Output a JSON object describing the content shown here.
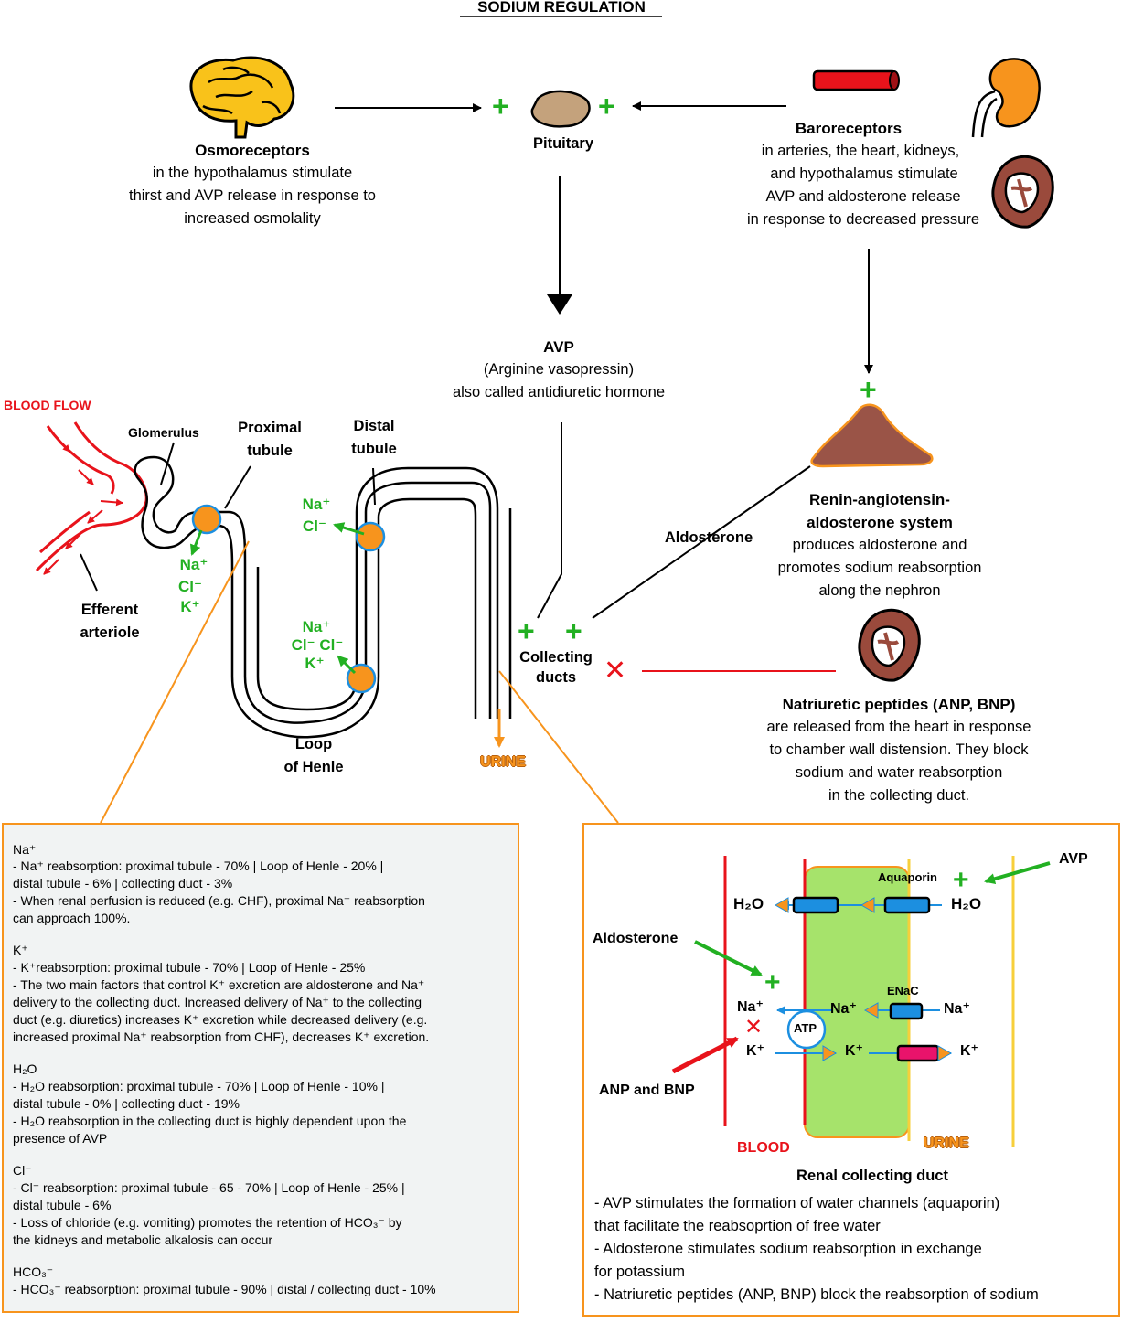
{
  "title": "SODIUM REGULATION",
  "osmoreceptors": {
    "heading": "Osmoreceptors",
    "lines": [
      "in the hypothalamus stimulate",
      "thirst and AVP release in response to",
      "increased osmolality"
    ]
  },
  "pituitary": {
    "label": "Pituitary"
  },
  "baroreceptors": {
    "heading": "Baroreceptors",
    "lines": [
      "in arteries, the heart, kidneys,",
      "and hypothalamus stimulate",
      "AVP and aldosterone release",
      "in response to decreased pressure"
    ]
  },
  "avp": {
    "heading": "AVP",
    "lines": [
      "(Arginine vasopressin)",
      "also called antidiuretic hormone"
    ]
  },
  "raas": {
    "heading_lines": [
      "Renin-angiotensin-",
      "aldosterone system"
    ],
    "lines": [
      "produces aldosterone and",
      "promotes sodium reabsorption",
      "along the nephron"
    ]
  },
  "aldosterone_label": "Aldosterone",
  "natriuretic": {
    "heading": "Natriuretic peptides (ANP, BNP)",
    "lines": [
      "are released from the heart in response",
      "to chamber wall distension. They block",
      "sodium and water reabsorption",
      "in the collecting duct."
    ]
  },
  "nephron": {
    "blood_flow": "BLOOD FLOW",
    "glomerulus": "Glomerulus",
    "proximal_tubule": [
      "Proximal",
      "tubule"
    ],
    "distal_tubule": [
      "Distal",
      "tubule"
    ],
    "efferent_arteriole": [
      "Efferent",
      "arteriole"
    ],
    "loop_of_henle": [
      "Loop",
      "of Henle"
    ],
    "collecting_ducts": [
      "Collecting",
      "ducts"
    ],
    "urine": "URINE",
    "ions_proximal": [
      "Na⁺",
      "Cl⁻",
      "K⁺"
    ],
    "ions_distal": [
      "Na⁺",
      "Cl⁻"
    ],
    "ions_loop": [
      "Na⁺",
      "Cl⁻ Cl⁻",
      "K⁺"
    ]
  },
  "plus_symbol": "+",
  "block_symbol": "✕",
  "reabsorption_panel": {
    "na": {
      "heading": "Na⁺",
      "lines": [
        "- Na⁺ reabsorption: proximal tubule - 70% | Loop of Henle - 20% |",
        "  distal  tubule - 6% | collecting duct - 3%",
        "- When renal perfusion is reduced (e.g. CHF), proximal Na⁺  reabsorption",
        "  can approach 100%."
      ]
    },
    "k": {
      "heading": "K⁺",
      "lines": [
        "- K⁺reabsorption: proximal tubule - 70% | Loop of Henle - 25%",
        "- The two main factors that control K⁺ excretion are aldosterone and Na⁺",
        "  delivery to the collecting duct. Increased delivery of Na⁺ to the collecting",
        "  duct (e.g. diuretics) increases K⁺ excretion while decreased delivery (e.g.",
        "  increased proximal Na⁺  reabsorption from CHF), decreases K⁺ excretion."
      ]
    },
    "h2o": {
      "heading": "H₂O",
      "lines": [
        " - H₂O reabsorption: proximal tubule - 70% | Loop of Henle - 10% |",
        "   distal  tubule - 0% | collecting duct - 19%",
        " - H₂O reabsorption in the collecting duct is highly dependent upon the",
        "   presence of AVP"
      ]
    },
    "cl": {
      "heading": "Cl⁻",
      "lines": [
        " - Cl⁻ reabsorption: proximal tubule - 65 - 70% | Loop of Henle - 25% |",
        "   distal tubule - 6%",
        " - Loss of chloride (e.g. vomiting)  promotes the retention of HCO₃⁻ by",
        "   the kidneys and metabolic alkalosis can occur"
      ]
    },
    "hco3": {
      "heading": "HCO₃⁻",
      "lines": [
        " - HCO₃⁻ reabsorption: proximal tubule - 90% | distal / collecting duct - 10%"
      ]
    }
  },
  "collecting_duct_panel": {
    "avp": "AVP",
    "aquaporin": "Aquaporin",
    "h2o_left": "H₂O",
    "h2o_right": "H₂O",
    "aldosterone": "Aldosterone",
    "enac": "ENaC",
    "na_blood": "Na⁺",
    "na_cell": "Na⁺",
    "na_urine": "Na⁺",
    "atp": "ATP",
    "k_blood": "K⁺",
    "k_cell": "K⁺",
    "k_urine": "K⁺",
    "anp_bnp": "ANP and BNP",
    "blood": "BLOOD",
    "urine": "URINE",
    "title": "Renal collecting duct",
    "bullets": [
      "- AVP stimulates the formation of water channels (aquaporin)",
      "   that facilitate the reabsoprtion of free water",
      "- Aldosterone stimulates sodium reabsorption in exchange",
      "   for potassium",
      "- Natriuretic peptides (ANP, BNP) block the reabsorption of sodium"
    ]
  },
  "colors": {
    "orange": "#f7941d",
    "green": "#22b022",
    "red": "#e8131b",
    "blue": "#1c8fe0",
    "cell_green": "#a6e36b",
    "panel_bg": "#f1f3f3"
  }
}
